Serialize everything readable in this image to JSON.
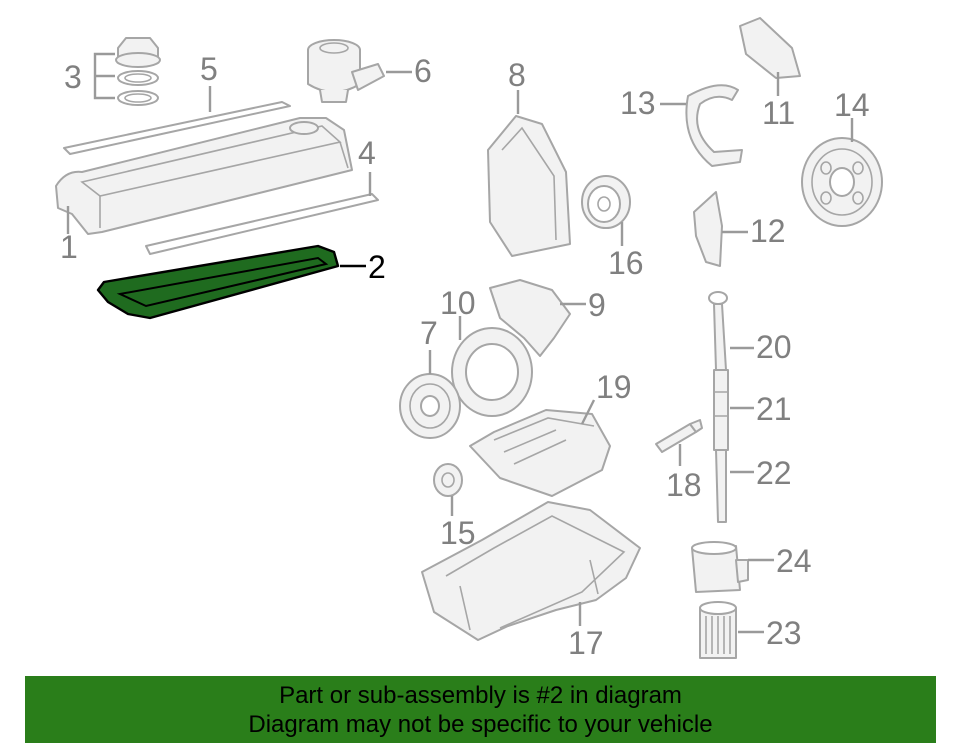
{
  "colors": {
    "highlight": "#1f6b1f",
    "banner": "#2a7e1a",
    "part_outline": "#a6a6a6",
    "callout_text": "#808080",
    "highlight_text": "#000000"
  },
  "callouts": {
    "c1": "1",
    "c2": "2",
    "c3": "3",
    "c4": "4",
    "c5": "5",
    "c6": "6",
    "c7": "7",
    "c8": "8",
    "c9": "9",
    "c10": "10",
    "c11": "11",
    "c12": "12",
    "c13": "13",
    "c14": "14",
    "c15": "15",
    "c16": "16",
    "c17": "17",
    "c18": "18",
    "c19": "19",
    "c20": "20",
    "c21": "21",
    "c22": "22",
    "c23": "23",
    "c24": "24"
  },
  "highlighted_part": "2",
  "banner": {
    "line1": "Part or sub-assembly is #2 in diagram",
    "line2": "Diagram may not be specific to your vehicle"
  }
}
